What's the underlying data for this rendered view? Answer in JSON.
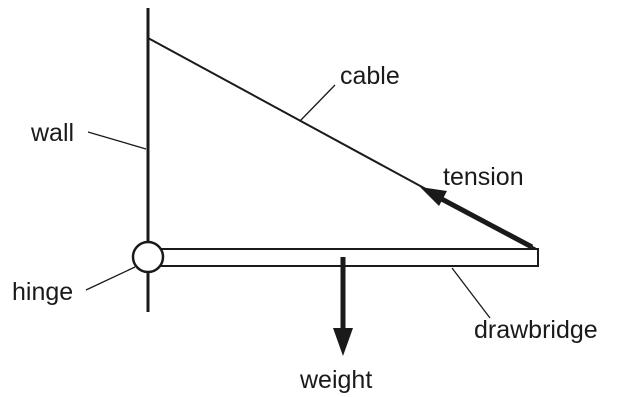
{
  "diagram": {
    "labels": {
      "wall": "wall",
      "cable": "cable",
      "tension": "tension",
      "hinge": "hinge",
      "weight": "weight",
      "drawbridge": "drawbridge"
    },
    "colors": {
      "ink": "#1a1a1a",
      "background": "#ffffff"
    }
  }
}
